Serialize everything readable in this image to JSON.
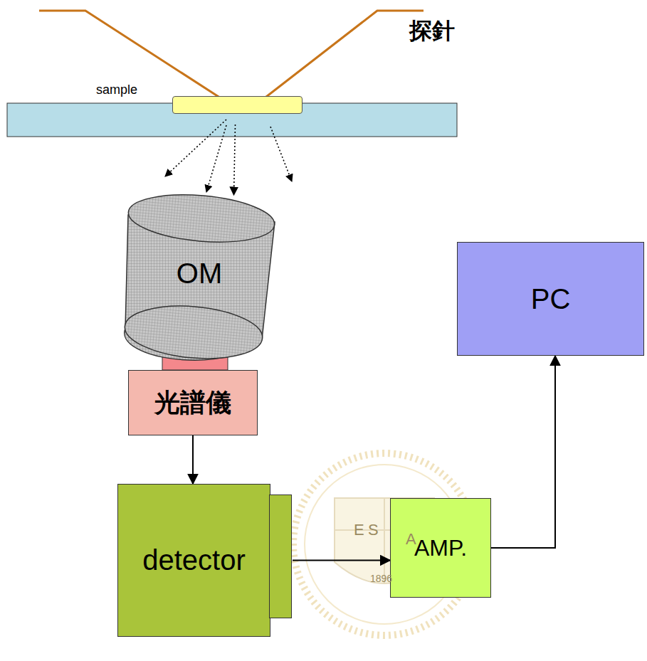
{
  "diagram": {
    "nodes": [
      {
        "text": [
          "sample"
        ]
      },
      {
        "text": [
          "OM"
        ]
      },
      {
        "text": [
          "光譜儀"
        ]
      },
      {
        "text": [
          "detector"
        ]
      },
      {
        "text": [
          "AMP."
        ]
      },
      {
        "text": [
          "PC"
        ]
      }
    ],
    "edges": [
      {
        "from": 0,
        "to": 1,
        "arrow": "to"
      },
      {
        "from": 2,
        "to": 3,
        "arrow": "to"
      },
      {
        "from": 3,
        "to": 4,
        "arrow": "to"
      },
      {
        "from": 4,
        "to": 5,
        "arrow": "to"
      }
    ],
    "labels": [
      "探針",
      "E",
      "S",
      "A",
      "1896"
    ]
  }
}
